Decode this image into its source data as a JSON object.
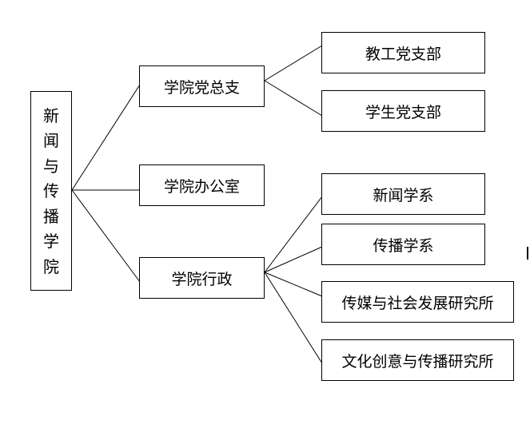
{
  "root": {
    "label": "新闻与传播学院"
  },
  "level1": [
    {
      "id": "party",
      "label": "学院党总支"
    },
    {
      "id": "office",
      "label": "学院办公室"
    },
    {
      "id": "admin",
      "label": "学院行政"
    }
  ],
  "level2": [
    {
      "id": "teacher-branch",
      "parent": "party",
      "label": "教工党支部"
    },
    {
      "id": "student-branch",
      "parent": "party",
      "label": "学生党支部"
    },
    {
      "id": "journalism-dept",
      "parent": "admin",
      "label": "新闻学系"
    },
    {
      "id": "communication-dept",
      "parent": "admin",
      "label": "传播学系"
    },
    {
      "id": "media-society-institute",
      "parent": "admin",
      "label": "传媒与社会发展研究所"
    },
    {
      "id": "culture-creative-institute",
      "parent": "admin",
      "label": "文化创意与传播研究所"
    }
  ]
}
